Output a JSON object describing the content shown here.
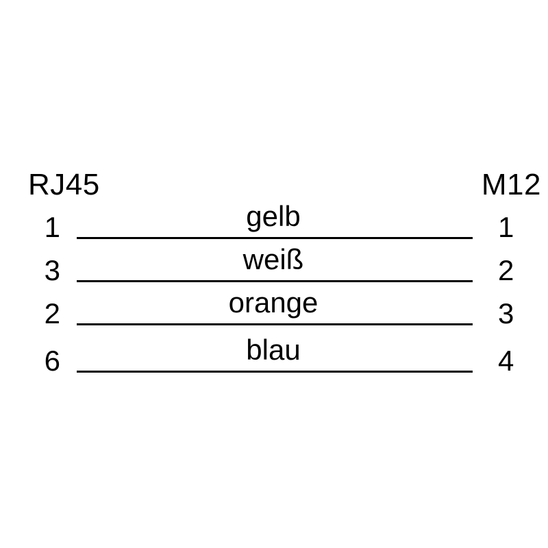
{
  "diagram": {
    "type": "wiring-pinout-diagram",
    "background_color": "#ffffff",
    "line_color": "#000000",
    "text_color": "#000000",
    "left_connector": "RJ45",
    "right_connector": "M12",
    "wires": [
      {
        "left_pin": "1",
        "right_pin": "1",
        "color_label": "gelb"
      },
      {
        "left_pin": "3",
        "right_pin": "2",
        "color_label": "weiß"
      },
      {
        "left_pin": "2",
        "right_pin": "3",
        "color_label": "orange"
      },
      {
        "left_pin": "6",
        "right_pin": "4",
        "color_label": "blau"
      }
    ]
  }
}
